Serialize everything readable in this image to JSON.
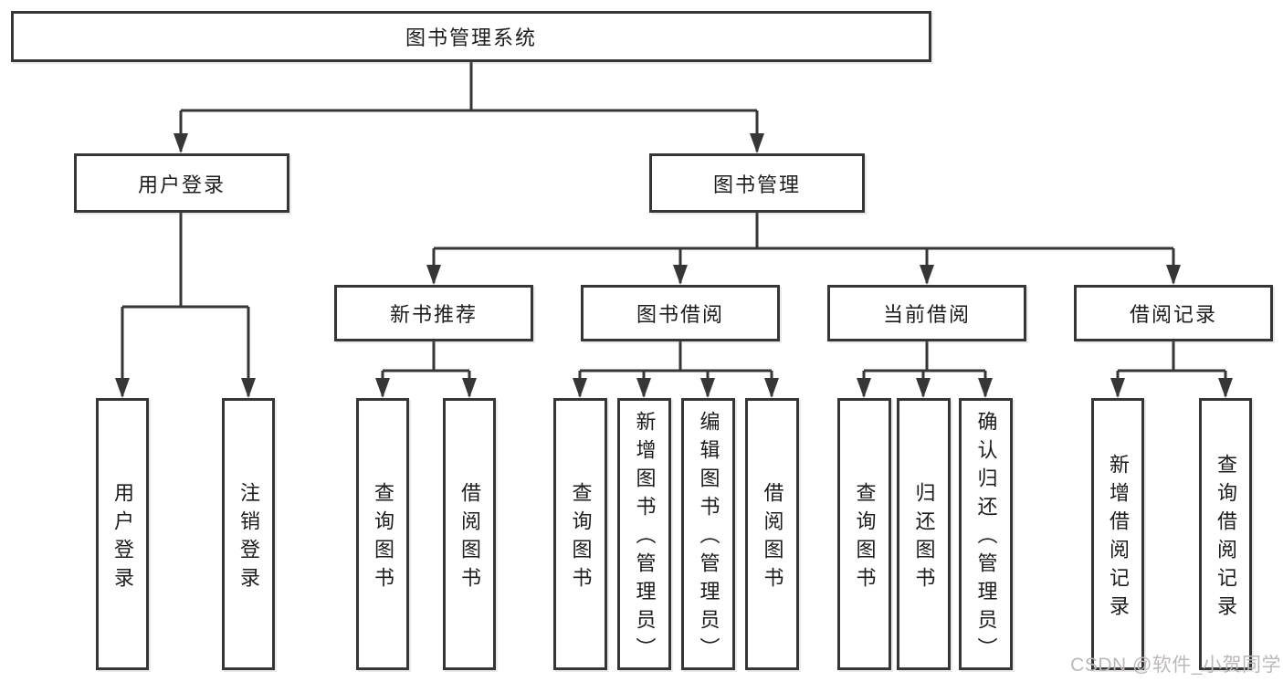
{
  "diagram": {
    "root": {
      "label": "图书管理系统"
    },
    "level2": [
      {
        "label": "用户登录",
        "children": [
          {
            "label": "用户登录"
          },
          {
            "label": "注销登录"
          }
        ]
      },
      {
        "label": "图书管理",
        "children": [
          {
            "label": "新书推荐",
            "children": [
              {
                "label": "查询图书"
              },
              {
                "label": "借阅图书"
              }
            ]
          },
          {
            "label": "图书借阅",
            "children": [
              {
                "label": "查询图书"
              },
              {
                "label": "新增图书（管理员）"
              },
              {
                "label": "编辑图书（管理员）"
              },
              {
                "label": "借阅图书"
              }
            ]
          },
          {
            "label": "当前借阅",
            "children": [
              {
                "label": "查询图书"
              },
              {
                "label": "归还图书"
              },
              {
                "label": "确认归还（管理员）"
              }
            ]
          },
          {
            "label": "借阅记录",
            "children": [
              {
                "label": "新增借阅记录"
              },
              {
                "label": "查询借阅记录"
              }
            ]
          }
        ]
      }
    ],
    "watermark": "CSDN @软件_小贺同学",
    "colors": {
      "line": "#363636",
      "box_border": "#363636",
      "box_background": "#ffffff",
      "text": "#1c1c1c",
      "watermark": "#bcb8b8",
      "page_background": "#ffffff"
    }
  }
}
